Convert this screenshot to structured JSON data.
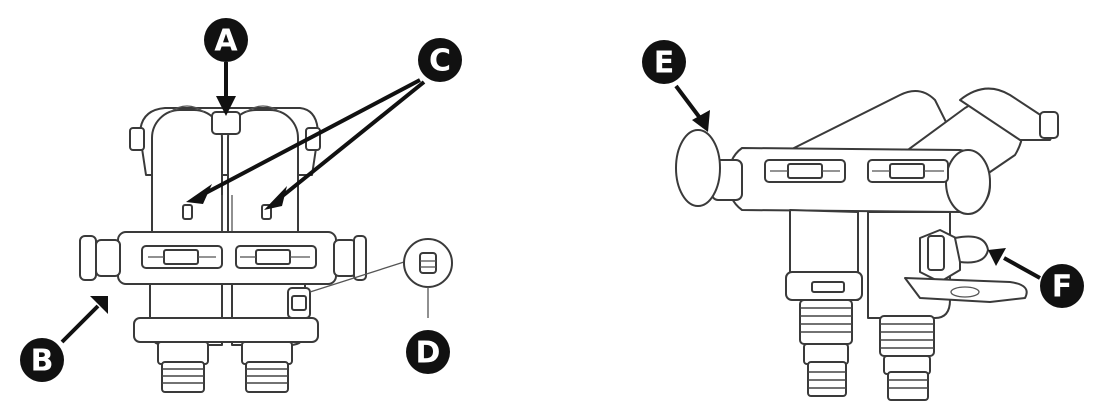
{
  "callouts": [
    {
      "id": "A",
      "label": "A"
    },
    {
      "id": "B",
      "label": "B"
    },
    {
      "id": "C",
      "label": "C"
    },
    {
      "id": "D",
      "label": "D"
    },
    {
      "id": "E",
      "label": "E"
    },
    {
      "id": "F",
      "label": "F"
    }
  ],
  "colors": {
    "badge": "#111111",
    "badge_text": "#ffffff",
    "line_art": "#3a3a3a",
    "background": "#ffffff"
  }
}
